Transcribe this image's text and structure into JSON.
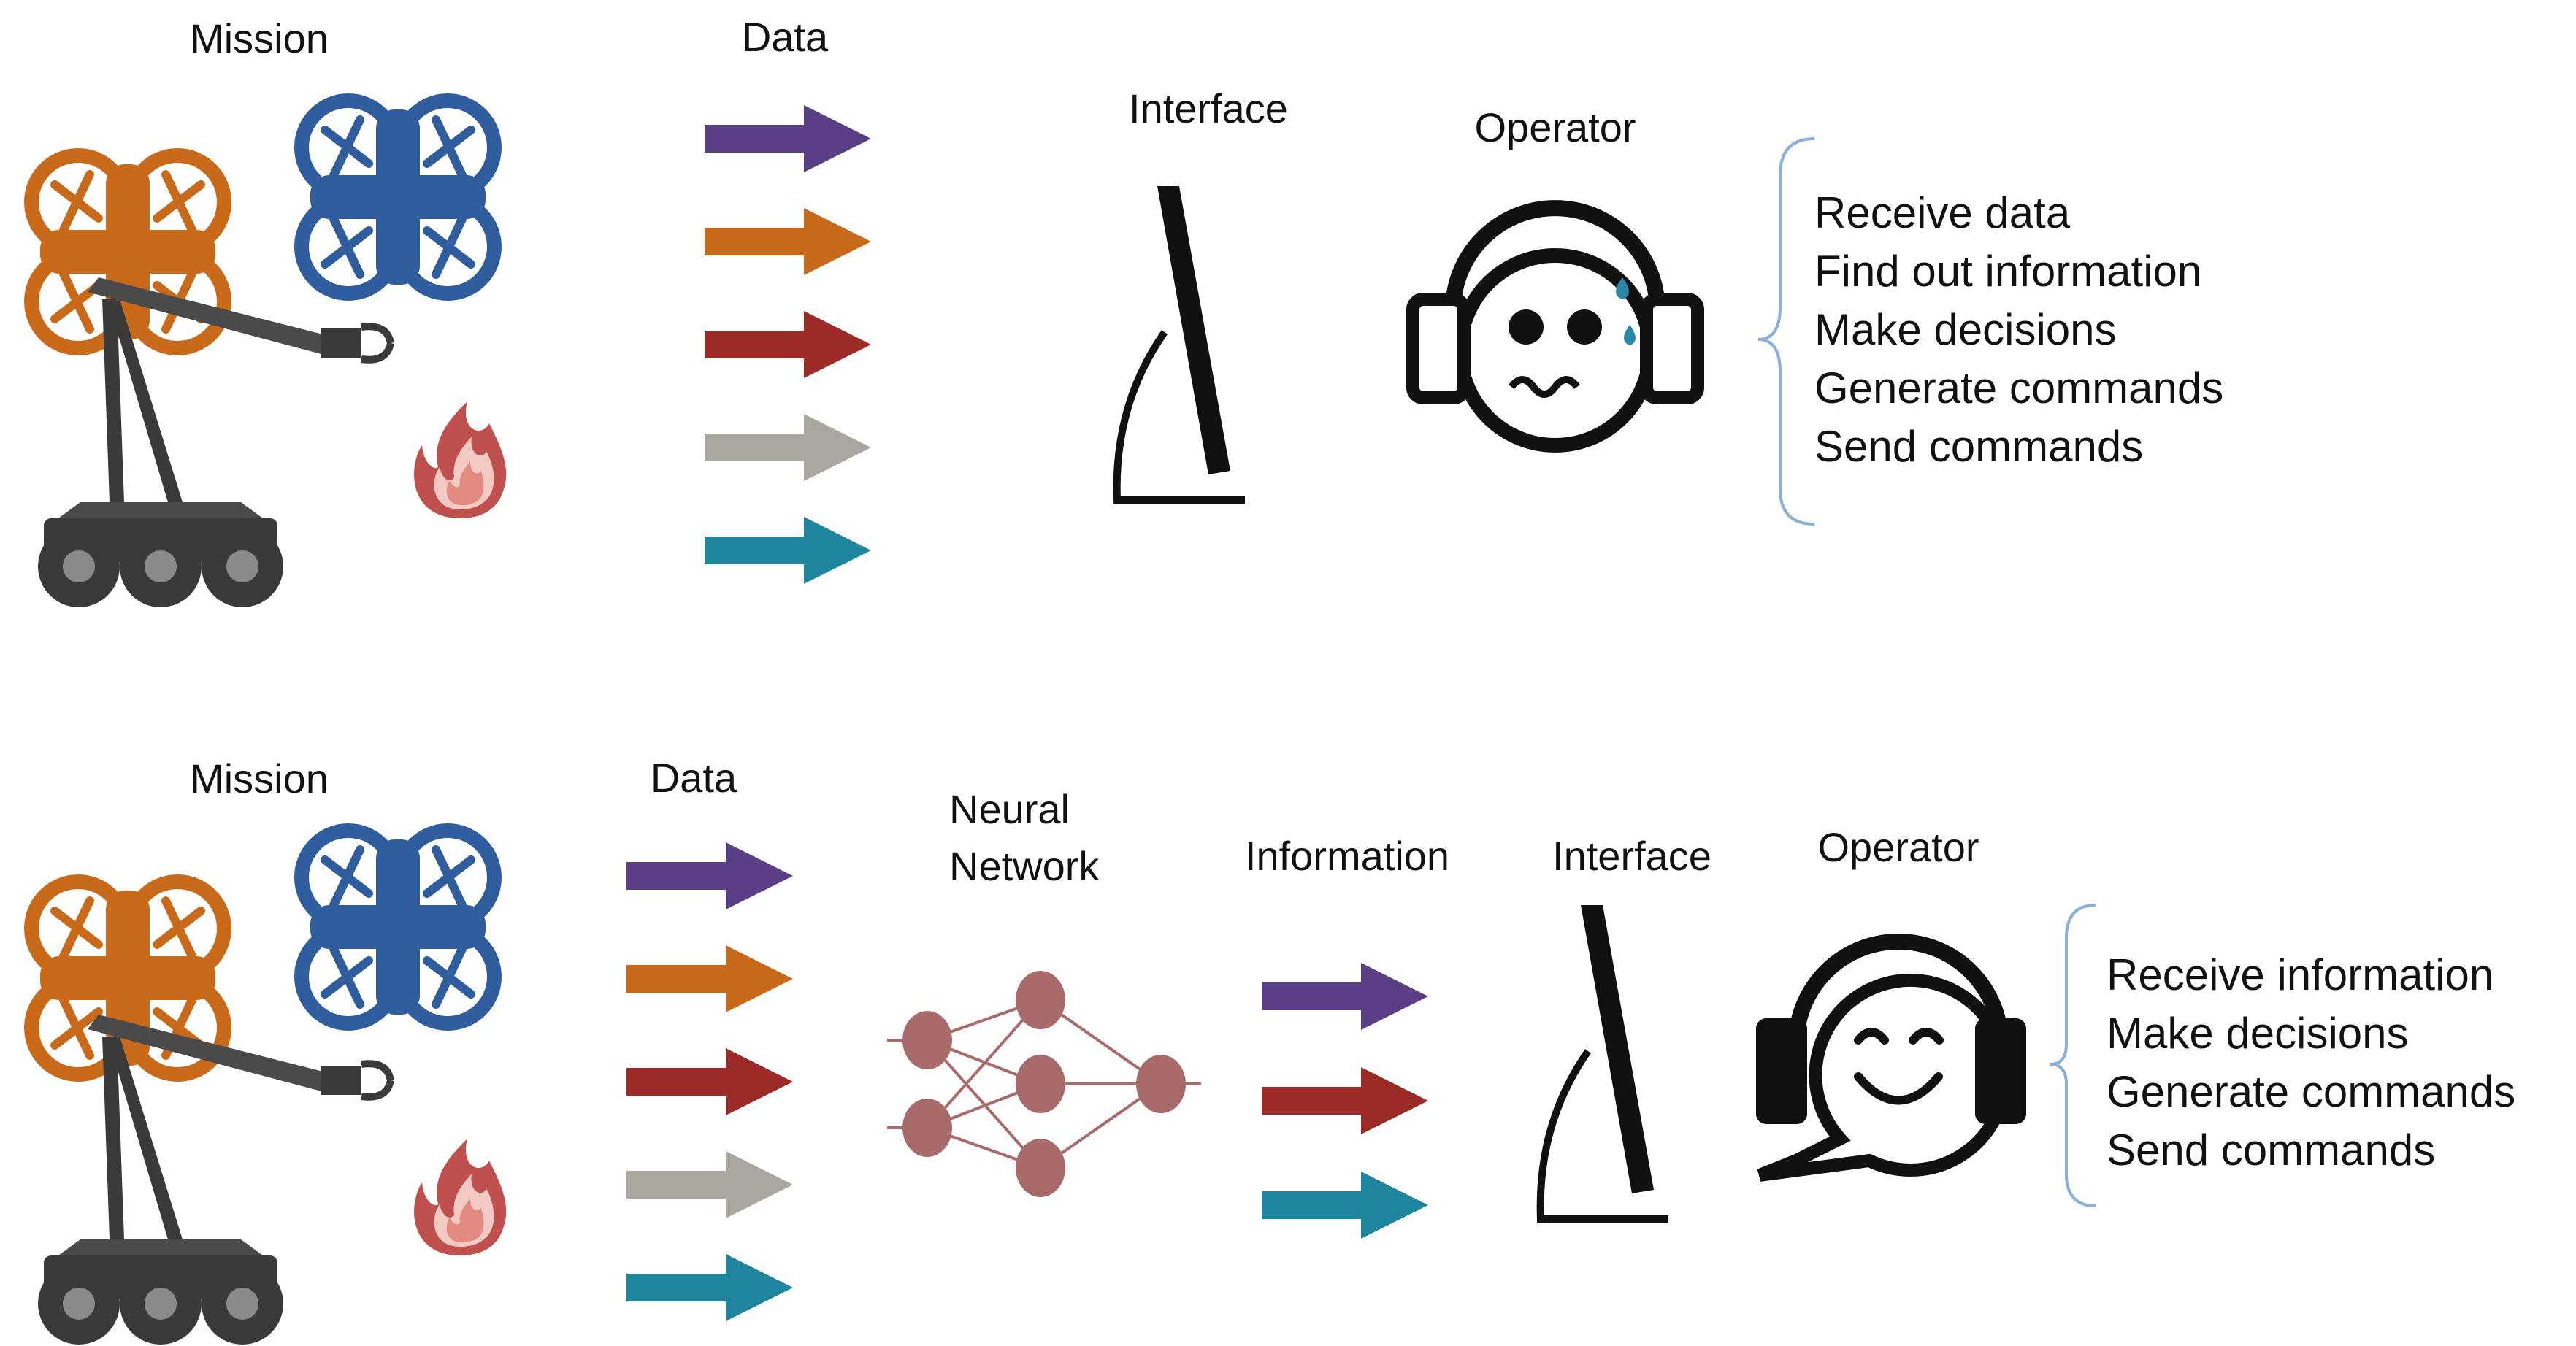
{
  "top": {
    "mission_label": "Mission",
    "data_label": "Data",
    "interface_label": "Interface",
    "operator_label": "Operator",
    "tasks": [
      "Receive data",
      "Find out information",
      "Make decisions",
      "Generate commands",
      "Send commands"
    ],
    "arrow_colors": [
      "#5b3f86",
      "#c96a1b",
      "#9c2a26",
      "#a9a7a0",
      "#1f86a0"
    ]
  },
  "bottom": {
    "mission_label": "Mission",
    "data_label": "Data",
    "neural_network_label": [
      "Neural",
      "Network"
    ],
    "information_label": "Information",
    "interface_label": "Interface",
    "operator_label": "Operator",
    "tasks": [
      "Receive information",
      "Make decisions",
      "Generate commands",
      "Send commands"
    ],
    "data_arrow_colors": [
      "#5b3f86",
      "#c96a1b",
      "#9c2a26",
      "#a9a7a0",
      "#1f86a0"
    ],
    "info_arrow_colors": [
      "#5b3f86",
      "#9c2a26",
      "#1f86a0"
    ]
  },
  "colors": {
    "drone_orange": "#c96a1b",
    "drone_blue": "#2f5d9e",
    "robot_gray": "#3a3a3a",
    "fire": "#c0504d",
    "neuron": "#a86a6a",
    "sweat_drop": "#2b87a8",
    "brace": "#8ab0d8"
  },
  "icons": [
    "drone-icon",
    "robot-arm-icon",
    "fire-icon",
    "monitor-icon",
    "operator-headset-icon",
    "neural-network-icon"
  ]
}
